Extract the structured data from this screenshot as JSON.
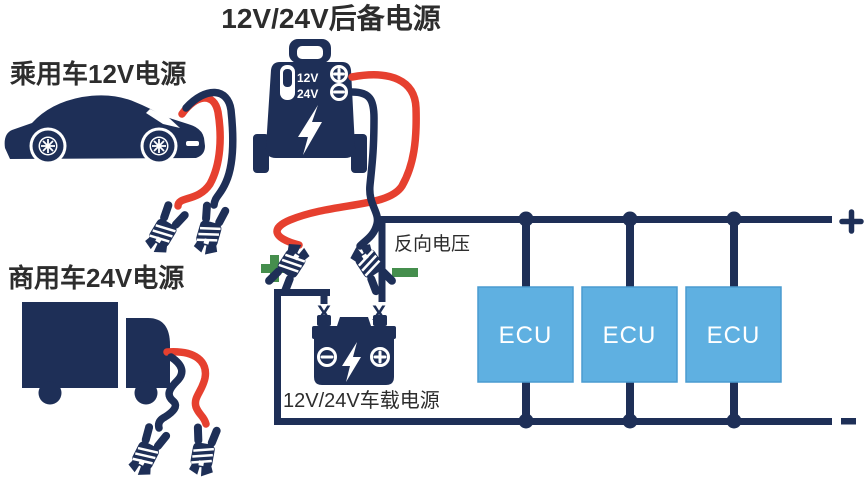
{
  "diagram": {
    "title": "12V/24V后备电源",
    "labels": {
      "passenger_car": "乘用车12V电源",
      "commercial_vehicle": "商用车24V电源",
      "reverse_voltage": "反向电压",
      "vehicle_battery": "12V/24V车载电源"
    },
    "backup_device": {
      "switch_options": [
        "12V",
        "24V"
      ]
    },
    "battery": {
      "disconnect_marks": [
        "X",
        "X"
      ]
    },
    "ecus": [
      {
        "label": "ECU"
      },
      {
        "label": "ECU"
      },
      {
        "label": "ECU"
      }
    ],
    "bus": {
      "positive": "+",
      "negative": "−"
    },
    "clamp_polarity": {
      "positive": "+",
      "negative": "−"
    },
    "colors": {
      "navy": "#1e2f57",
      "red": "#e6402f",
      "green": "#458e4d",
      "ecu-fill": "#5fb0e1",
      "ecu-border": "#4a9bd0",
      "label-text": "#2d2d2d",
      "white": "#ffffff"
    }
  }
}
